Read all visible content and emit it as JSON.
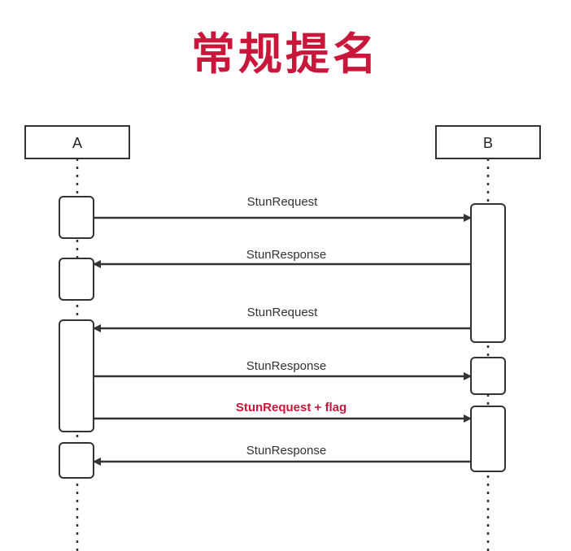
{
  "title": "常规提名",
  "participants": {
    "a": "A",
    "b": "B"
  },
  "messages": [
    {
      "label": "StunRequest",
      "from": "A",
      "to": "B"
    },
    {
      "label": "StunResponse",
      "from": "B",
      "to": "A"
    },
    {
      "label": "StunRequest",
      "from": "B",
      "to": "A"
    },
    {
      "label": "StunResponse",
      "from": "A",
      "to": "B"
    },
    {
      "label": "StunRequest + flag",
      "from": "A",
      "to": "B",
      "color": "#c8173a"
    },
    {
      "label": "StunResponse",
      "from": "B",
      "to": "A"
    }
  ],
  "colors": {
    "title": "#c8173a",
    "highlight": "#c8173a",
    "line": "#333333"
  }
}
